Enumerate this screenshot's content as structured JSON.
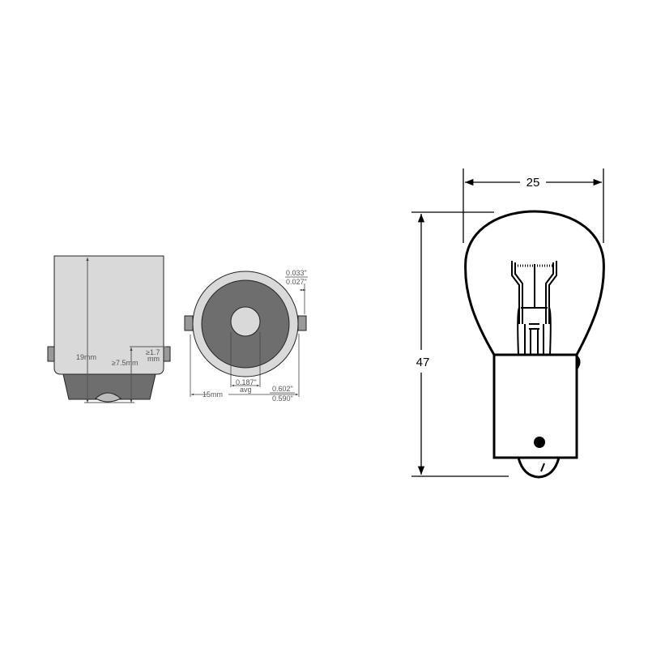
{
  "colors": {
    "base_light": "#d9d9d9",
    "base_dark": "#6e6e6e",
    "outline": "#000000",
    "dim_text": "#555555"
  },
  "side_view": {
    "height_label": "19mm",
    "pin_height_label": "≥7.5mm",
    "pin_size_label_1": "≥1.7",
    "pin_size_label_2": "mm"
  },
  "end_view": {
    "contact_label": "0.187\"",
    "contact_label_2": "avg",
    "diameter_mm": "15mm",
    "diameter_max": "0.602\"",
    "diameter_min": "0.590\"",
    "pin_max": "0.033\"",
    "pin_min": "0.027\""
  },
  "bulb": {
    "width_label": "25",
    "height_label": "47"
  }
}
